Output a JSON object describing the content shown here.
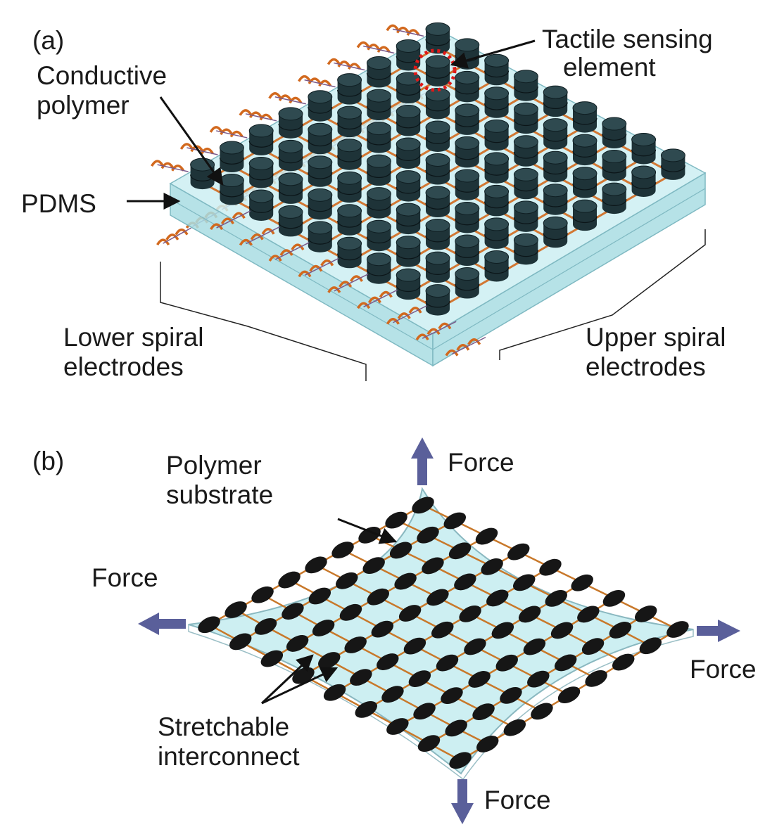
{
  "panel_a": {
    "tag": "(a)",
    "labels": {
      "tactile_1": "Tactile sensing",
      "tactile_2": "element",
      "conductive_1": "Conductive",
      "conductive_2": "polymer",
      "pdms": "PDMS",
      "lower_1": "Lower spiral",
      "lower_2": "electrodes",
      "upper_1": "Upper spiral",
      "upper_2": "electrodes"
    },
    "grid": {
      "rows": 9,
      "cols": 9
    },
    "colors": {
      "pdms_top": "#cdeff2",
      "pdms_side": "#a9dde3",
      "pdms_edge": "#7fb9c2",
      "element": "#1e3338",
      "element_top": "#2f4a50",
      "electrode": "#d2691e",
      "highlight": "#e01818"
    }
  },
  "panel_b": {
    "tag": "(b)",
    "labels": {
      "polymer_1": "Polymer",
      "polymer_2": "substrate",
      "force": "Force",
      "stretch_1": "Stretchable",
      "stretch_2": "interconnect"
    },
    "grid": {
      "rows": 9,
      "cols": 9
    },
    "colors": {
      "substrate": "#cdeff2",
      "substrate_edge": "#8ab8c0",
      "element": "#161616",
      "interconnect": "#c8782a",
      "arrow": "#5a5f9a"
    }
  }
}
